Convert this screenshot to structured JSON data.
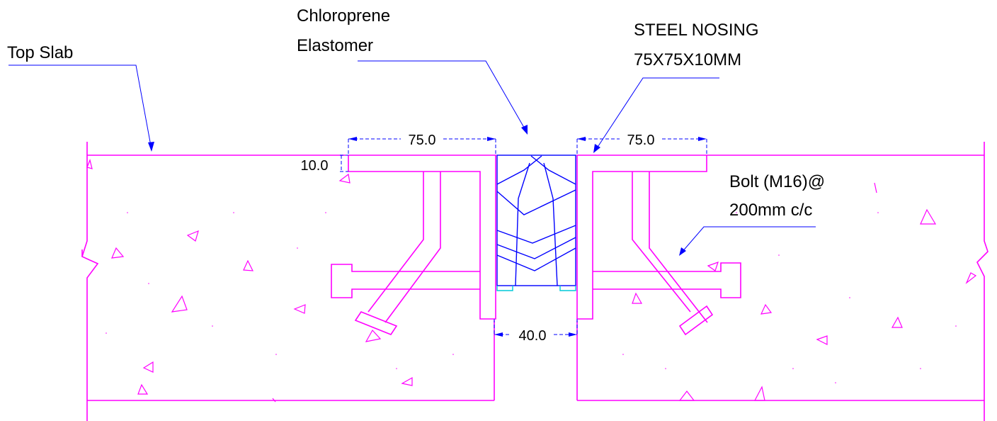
{
  "labels": {
    "top_slab": "Top Slab",
    "elastomer_line1": "Chloroprene",
    "elastomer_line2": "Elastomer",
    "nosing_line1": "STEEL NOSING",
    "nosing_line2": "75X75X10MM",
    "bolt_line1": "Bolt (M16)@",
    "bolt_line2": "200mm c/c"
  },
  "dimensions": {
    "left_width": "75.0",
    "right_width": "75.0",
    "thickness": "10.0",
    "gap": "40.0"
  },
  "colors": {
    "concrete": "#ff00ff",
    "leader": "#0000ff",
    "dimension": "#0000ff",
    "seal": "#00c8d8",
    "text": "#000000"
  }
}
